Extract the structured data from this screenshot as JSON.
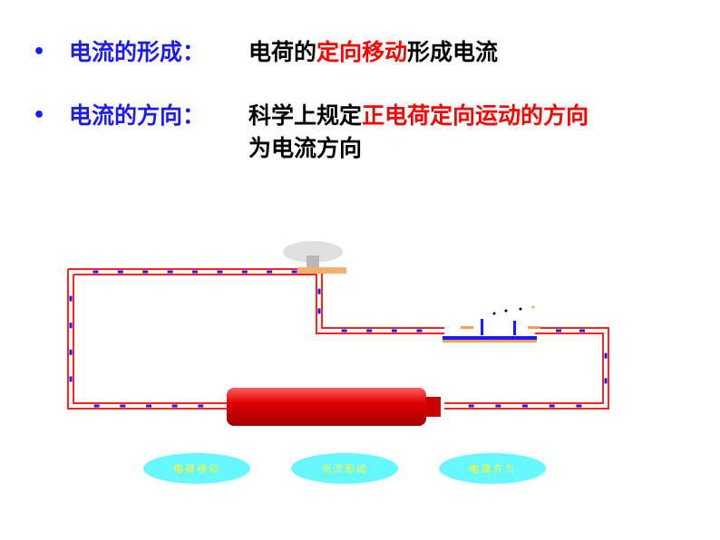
{
  "lines": [
    {
      "bullet": "•",
      "label": "电流的形成：",
      "text_parts": [
        "电荷的",
        "定向移动",
        "形成电流"
      ]
    },
    {
      "bullet": "•",
      "label": "电流的方向：",
      "text_parts": [
        "科学上规定",
        "正电荷定向运动的方向"
      ],
      "text_line2": "为电流方向"
    }
  ],
  "buttons": [
    "电荷移动",
    "电流形成",
    "电流方向"
  ],
  "colors": {
    "label": "#1a1aff",
    "highlight": "#ff0000",
    "wire": "#ff0000",
    "charge": "#1a1aff",
    "battery": "#e00000",
    "button": "#66f7ff",
    "button_text": "#ffff33"
  }
}
